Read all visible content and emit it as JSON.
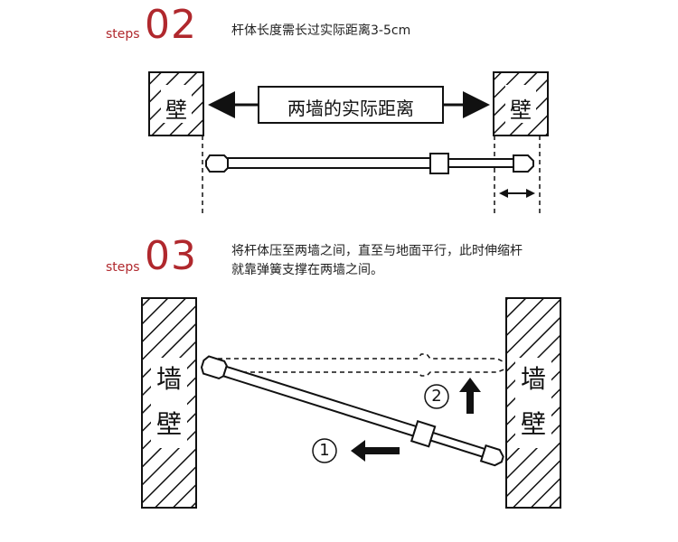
{
  "step2": {
    "word": "steps",
    "number": "02",
    "description": "杆体长度需长过实际距离3-5cm",
    "distance_label": "两墙的实际距离",
    "wall_left": "壁",
    "wall_right": "壁"
  },
  "step3": {
    "word": "steps",
    "number": "03",
    "description_line1": "将杆体压至两墙之间，直至与地面平行，此时伸缩杆",
    "description_line2": "就靠弹簧支撑在两墙之间。",
    "wall_left_top": "墙",
    "wall_left_bottom": "壁",
    "wall_right_top": "墙",
    "wall_right_bottom": "壁",
    "marker_1": "①",
    "marker_2": "②"
  },
  "colors": {
    "accent": "#b0282d",
    "line": "#111111"
  }
}
